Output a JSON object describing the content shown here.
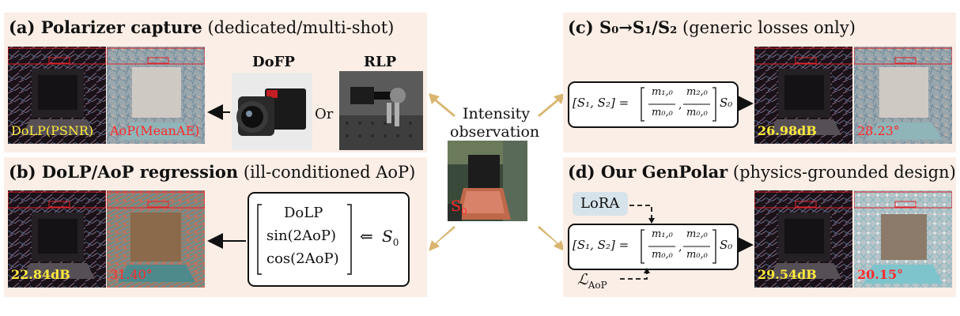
{
  "panels": {
    "a": {
      "title_bold": "(a) Polarizer capture",
      "title_rest": " (dedicated/multi-shot)",
      "dofp_label": "DoFP",
      "rlp_label": "RLP",
      "or_label": "Or",
      "dolp_metric": "DoLP(PSNR)",
      "aop_metric": "AoP(MeanAE)"
    },
    "b": {
      "title_bold": "(b) DoLP/AoP regression",
      "title_rest": " (ill-conditioned AoP)",
      "vec_1": "DoLP",
      "vec_2": "sin(2AoP)",
      "vec_3": "cos(2AoP)",
      "arrow_from": "⇐",
      "s0": "S",
      "s0_sub": "0",
      "dolp_metric": "22.84dB",
      "aop_metric": "31.40°"
    },
    "c": {
      "title_bold": "(c) S₀→S₁/S₂",
      "title_rest": " (generic losses only)",
      "formula_lhs": "[S₁, S₂] =",
      "frac1_num": "m₁,₀",
      "frac1_den": "m₀,₀",
      "frac2_num": "m₂,₀",
      "frac2_den": "m₀,₀",
      "formula_rhs": "S₀",
      "dolp_metric": "26.98dB",
      "aop_metric": "28.23°"
    },
    "d": {
      "title_bold": "(d) Our GenPolar",
      "title_rest": " (physics-grounded design)",
      "lora_label": "LoRA",
      "loss_main": "ℒ",
      "loss_sub": "AoP",
      "formula_lhs": "[S₁, S₂] =",
      "frac1_num": "m₁,₀",
      "frac1_den": "m₀,₀",
      "frac2_num": "m₂,₀",
      "frac2_den": "m₀,₀",
      "formula_rhs": "S₀",
      "dolp_metric": "29.54dB",
      "aop_metric": "20.15°"
    }
  },
  "center": {
    "caption_line1": "Intensity",
    "caption_line2": "observation",
    "s0_main": "S",
    "s0_sub": "0"
  },
  "colors": {
    "panel_bg": "#fbeee6",
    "metric_yellow": "#ffea3c",
    "metric_red": "#ff2a2a",
    "arrow_gold": "#d9b56f",
    "crop_red": "#e0222a"
  }
}
